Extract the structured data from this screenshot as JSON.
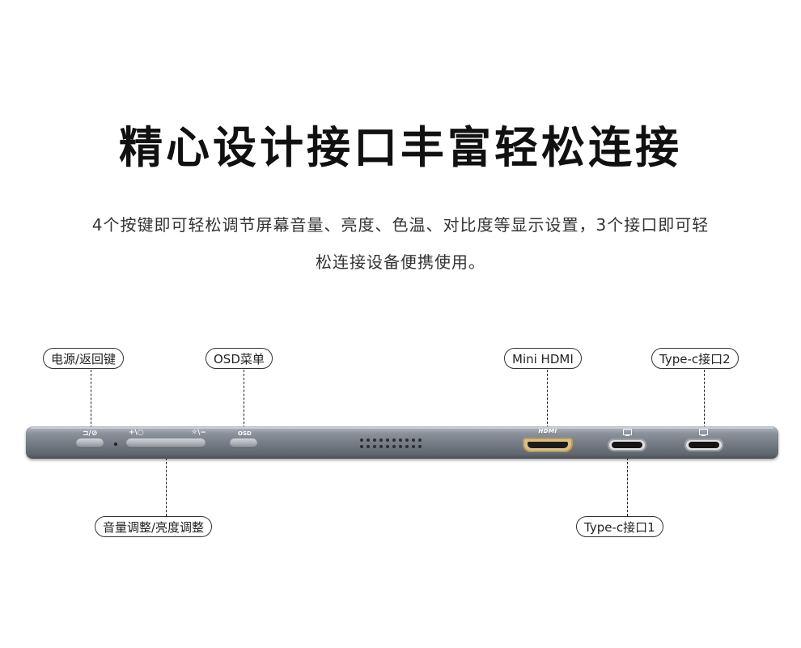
{
  "title": "精心设计接口丰富轻松连接",
  "description": {
    "line1": "4个按键即可轻松调节屏幕音量、亮度、色温、对比度等显示设置，3个接口即可轻",
    "line2": "松连接设备便携使用。"
  },
  "labels": {
    "power_back": "电源/返回键",
    "osd_menu": "OSD菜单",
    "mini_hdmi": "Mini HDMI",
    "typec2": "Type-c接口2",
    "volume_brightness": "音量调整/亮度调整",
    "typec1": "Type-c接口1"
  },
  "device": {
    "power_icon_text": "⊐/⊘",
    "plus_icon_text": "+\\○",
    "minus_icon_text": "☼\\−",
    "osd_icon_text": "OSD",
    "hdmi_logo_text": "HDMI",
    "body_color": "#737a83",
    "hdmi_port_color": "#d9c08a"
  }
}
